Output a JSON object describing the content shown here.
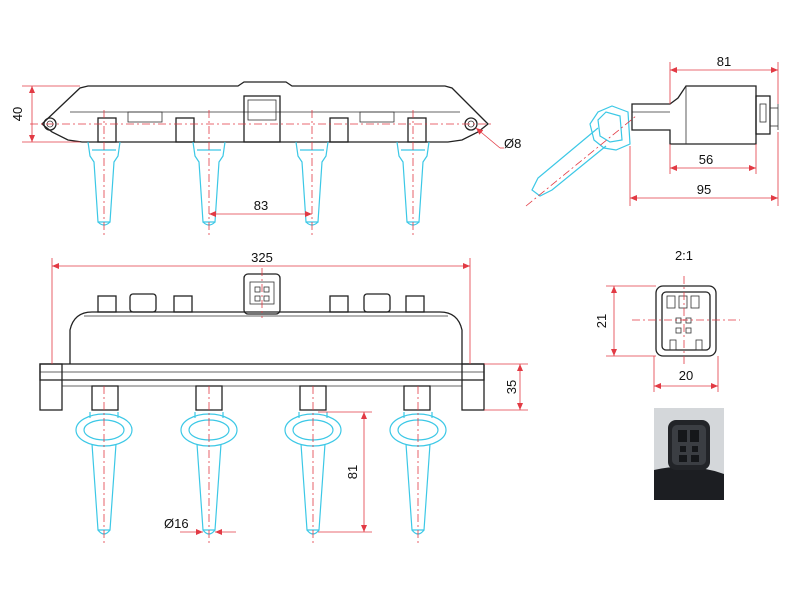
{
  "dimensions": {
    "top_height": "40",
    "hole_dia": "Ø8",
    "top_pitch": "83",
    "side_total": "81",
    "side_inner": "56",
    "side_overall": "95",
    "front_length": "325",
    "front_height": "35",
    "boot_length": "81",
    "boot_dia": "Ø16",
    "conn_height": "21",
    "conn_width": "20"
  },
  "detail_scale": "2:1",
  "colors": {
    "outline": "#222222",
    "boot": "#3cc8e6",
    "dimension": "#e23a44"
  }
}
